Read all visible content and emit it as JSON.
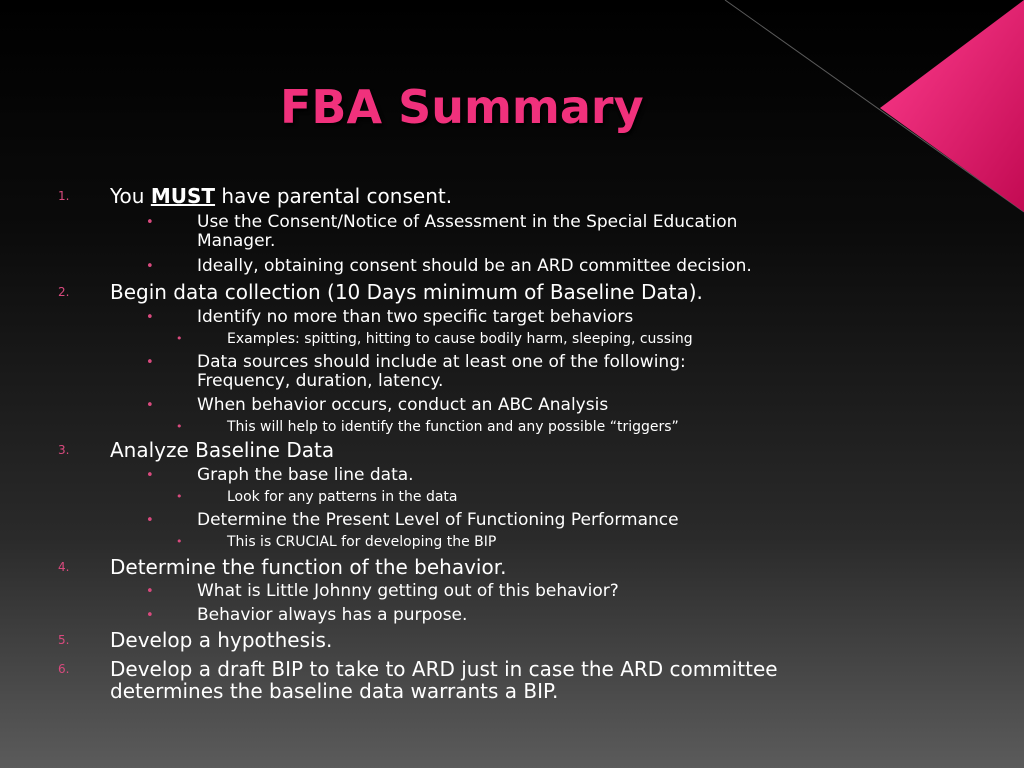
{
  "slide": {
    "title": "FBA Summary",
    "accent_color": "#f0317c",
    "marker_color": "#d94a7e",
    "items": [
      {
        "num": "1.",
        "pre": "You ",
        "strong": "MUST",
        "post": " have parental consent.",
        "subs": [
          {
            "text": "Use the Consent/Notice of Assessment in the Special Education",
            "cont": "Manager.",
            "subs": []
          },
          {
            "text": "Ideally, obtaining consent should be an ARD committee decision.",
            "subs": []
          }
        ]
      },
      {
        "num": "2.",
        "text": "Begin data collection (10 Days minimum of Baseline Data).",
        "subs": [
          {
            "text": "Identify no more than  two specific target behaviors",
            "subs": [
              "Examples: spitting, hitting to cause bodily harm, sleeping, cussing"
            ]
          },
          {
            "text": "Data sources should include at least one of the following:",
            "cont": "Frequency, duration, latency.",
            "subs": []
          },
          {
            "text": "When behavior occurs, conduct an ABC Analysis",
            "subs": [
              "This will help to identify the function and any possible “triggers”"
            ]
          }
        ]
      },
      {
        "num": "3.",
        "text": "Analyze Baseline Data",
        "subs": [
          {
            "text": "Graph the base line data.",
            "subs": [
              "Look for any patterns in the data"
            ]
          },
          {
            "text": "Determine the Present Level of Functioning Performance",
            "subs": [
              "This is CRUCIAL for developing the BIP"
            ]
          }
        ]
      },
      {
        "num": "4.",
        "text": "Determine the function of the behavior.",
        "subs": [
          {
            "text": "What is Little Johnny getting out of this behavior?",
            "subs": []
          },
          {
            "text": "Behavior always has a purpose.",
            "subs": []
          }
        ]
      },
      {
        "num": "5.",
        "text": "Develop a hypothesis.",
        "subs": []
      },
      {
        "num": "6.",
        "text": "Develop a draft BIP to take to ARD just in case the ARD committee",
        "cont": "determines the baseline data warrants a BIP.",
        "subs": []
      }
    ]
  }
}
